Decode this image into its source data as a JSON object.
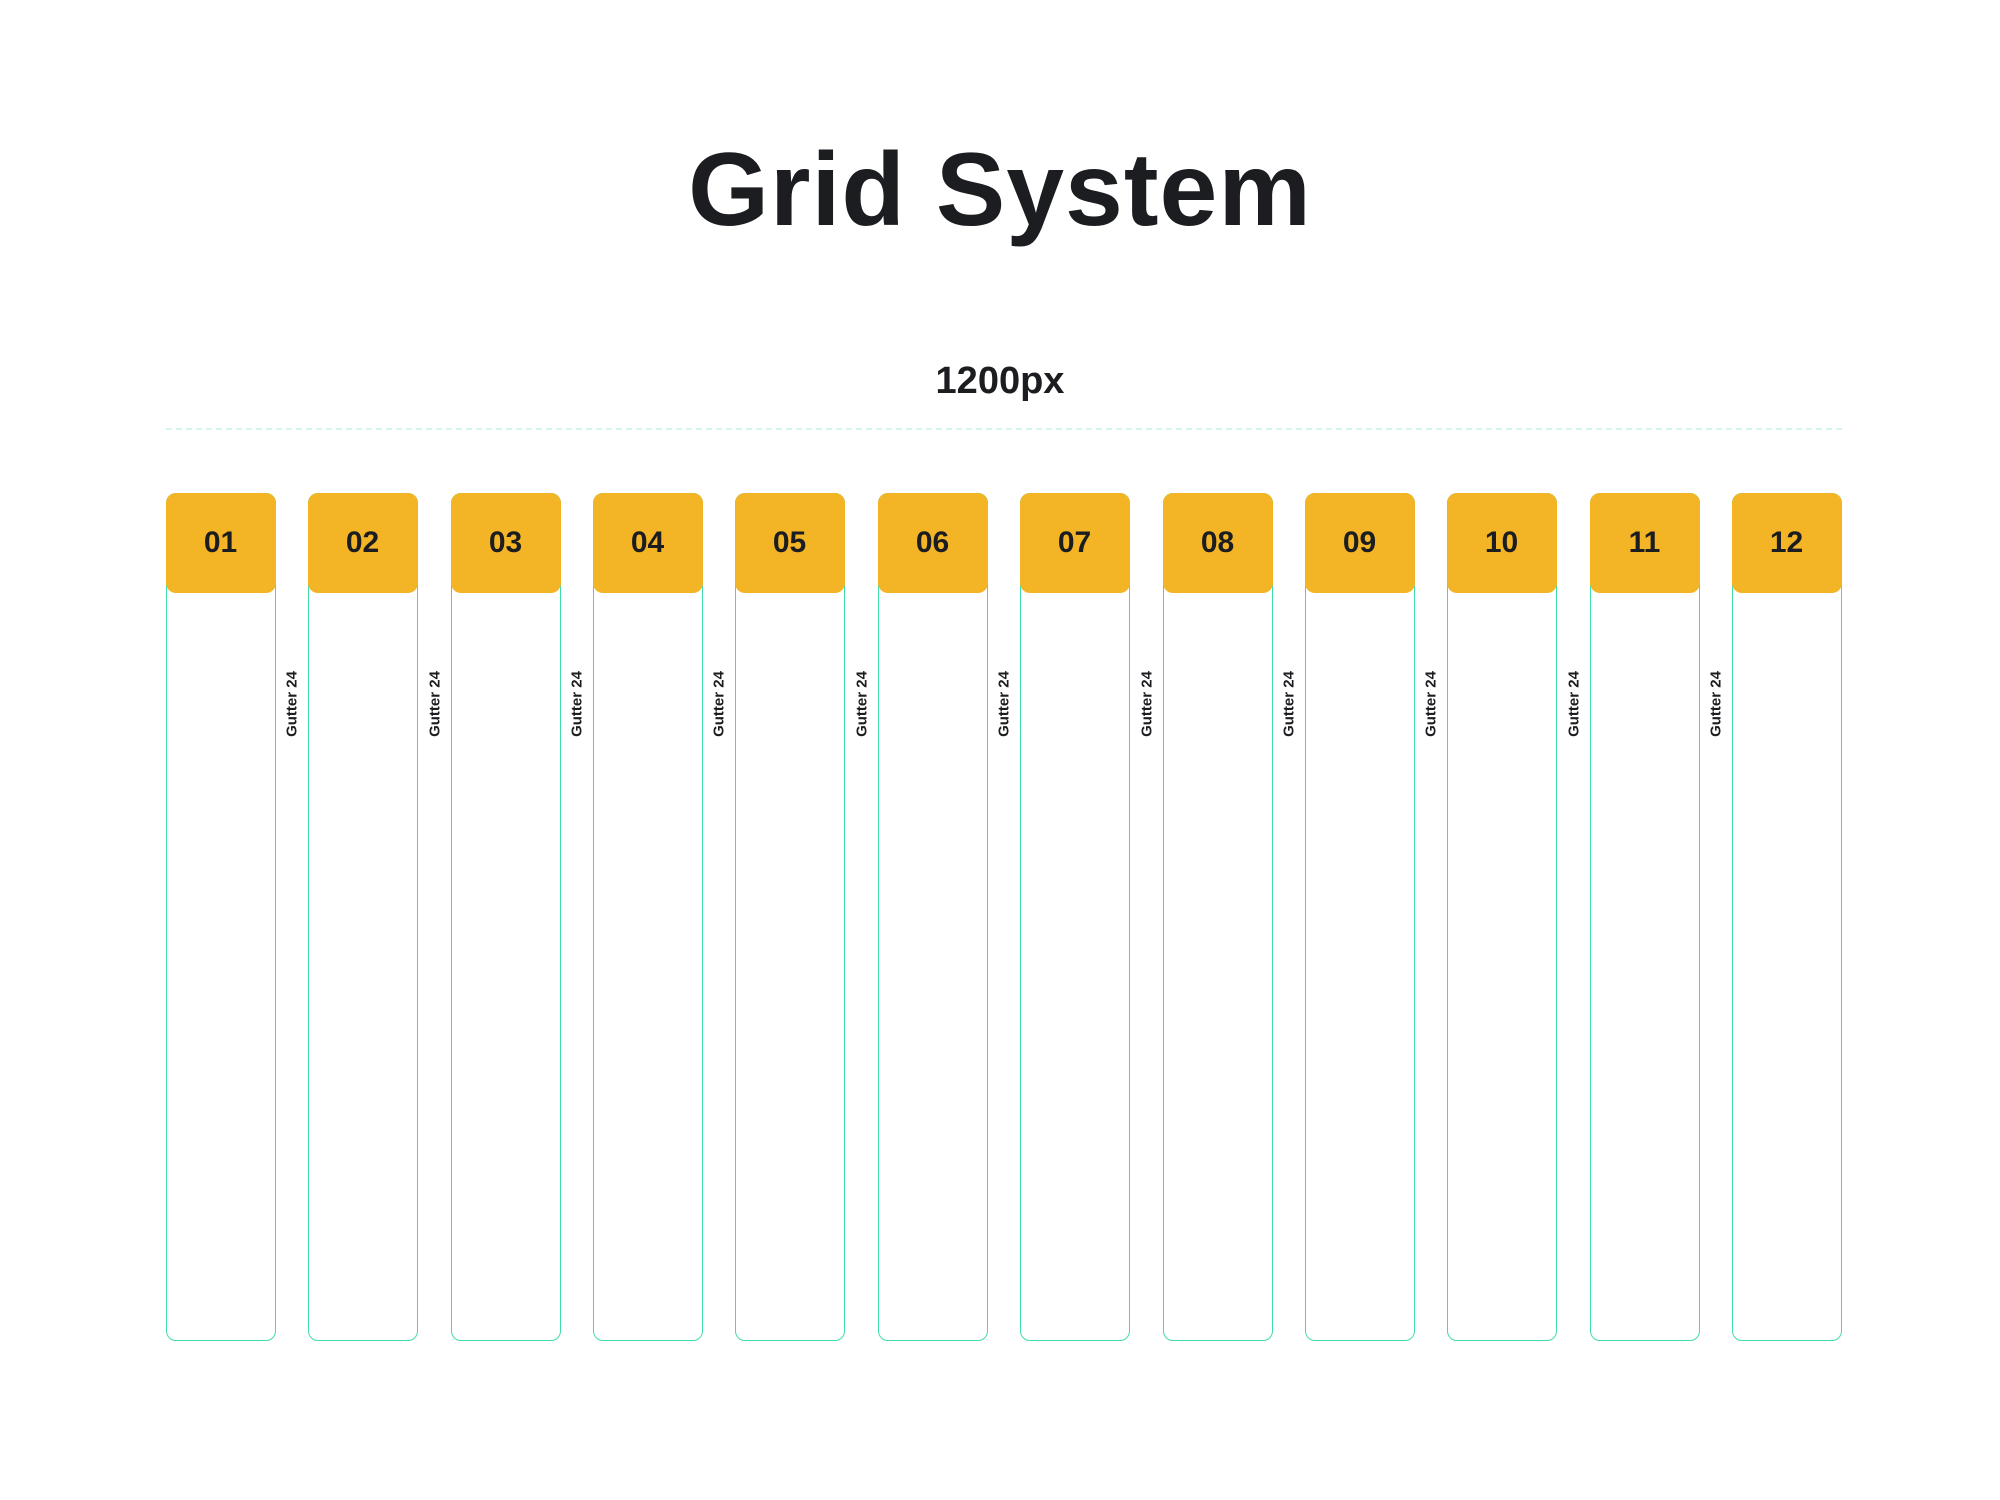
{
  "title": "Grid System",
  "container_width_label": "1200px",
  "columns": [
    "01",
    "02",
    "03",
    "04",
    "05",
    "06",
    "07",
    "08",
    "09",
    "10",
    "11",
    "12"
  ],
  "gutter_label": "Gutter 24",
  "colors": {
    "column_header": "#f3b525",
    "column_outline": "#3fdcab",
    "rule": "#d4f6ec",
    "text": "#1c1d21"
  }
}
